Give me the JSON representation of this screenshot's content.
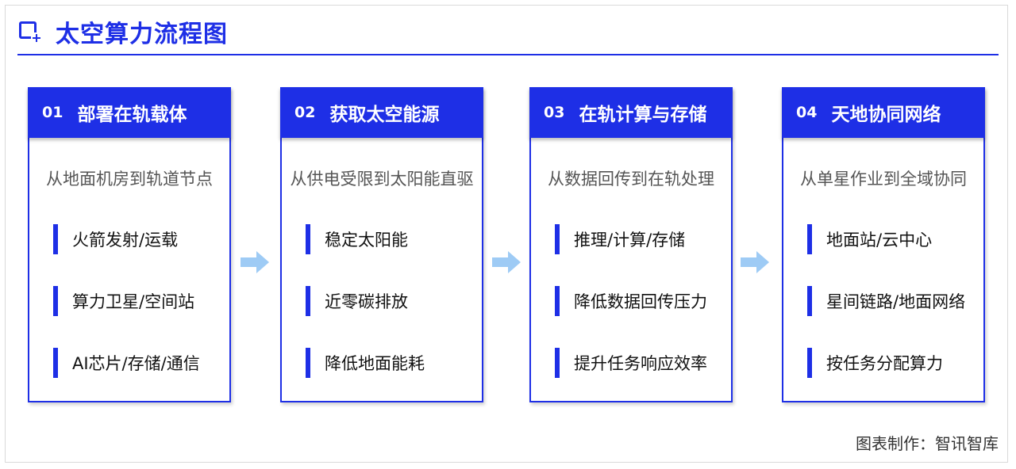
{
  "header": {
    "title": "太空算力流程图",
    "logo_icon": "box-plus-icon"
  },
  "colors": {
    "accent": "#1e2fe6",
    "arrow": "#9ecbf5"
  },
  "cards": [
    {
      "num": "01",
      "title": "部署在轨载体",
      "subtitle": "从地面机房到轨道节点",
      "items": [
        "火箭发射/运载",
        "算力卫星/空间站",
        "AI芯片/存储/通信"
      ]
    },
    {
      "num": "02",
      "title": "获取太空能源",
      "subtitle": "从供电受限到太阳能直驱",
      "items": [
        "稳定太阳能",
        "近零碳排放",
        "降低地面能耗"
      ]
    },
    {
      "num": "03",
      "title": "在轨计算与存储",
      "subtitle": "从数据回传到在轨处理",
      "items": [
        "推理/计算/存储",
        "降低数据回传压力",
        "提升任务响应效率"
      ]
    },
    {
      "num": "04",
      "title": "天地协同网络",
      "subtitle": "从单星作业到全域协同",
      "items": [
        "地面站/云中心",
        "星间链路/地面网络",
        "按任务分配算力"
      ]
    }
  ],
  "footer": {
    "credit": "图表制作：智讯智库"
  }
}
